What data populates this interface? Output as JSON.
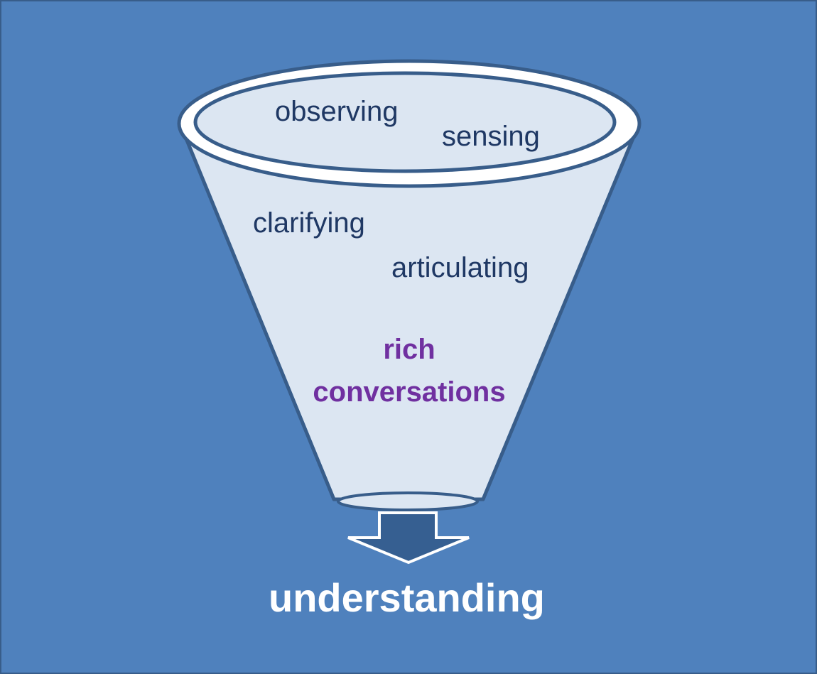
{
  "diagram": {
    "type": "funnel",
    "colors": {
      "background": "#4f81bd",
      "border": "#385d8a",
      "funnel_fill": "#dce6f2",
      "funnel_stroke": "#385d8a",
      "rim": "#ffffff",
      "arrow_fill": "#365f91",
      "text_dark": "#1f3864",
      "text_highlight": "#7030a0",
      "text_output": "#ffffff"
    },
    "funnel_items": [
      {
        "label": "observing"
      },
      {
        "label": "sensing"
      },
      {
        "label": "clarifying"
      },
      {
        "label": "articulating"
      }
    ],
    "highlight": {
      "line1": "rich",
      "line2": "conversations"
    },
    "output": {
      "label": "understanding"
    },
    "icons": {
      "arrow": "down-arrow-icon"
    }
  }
}
